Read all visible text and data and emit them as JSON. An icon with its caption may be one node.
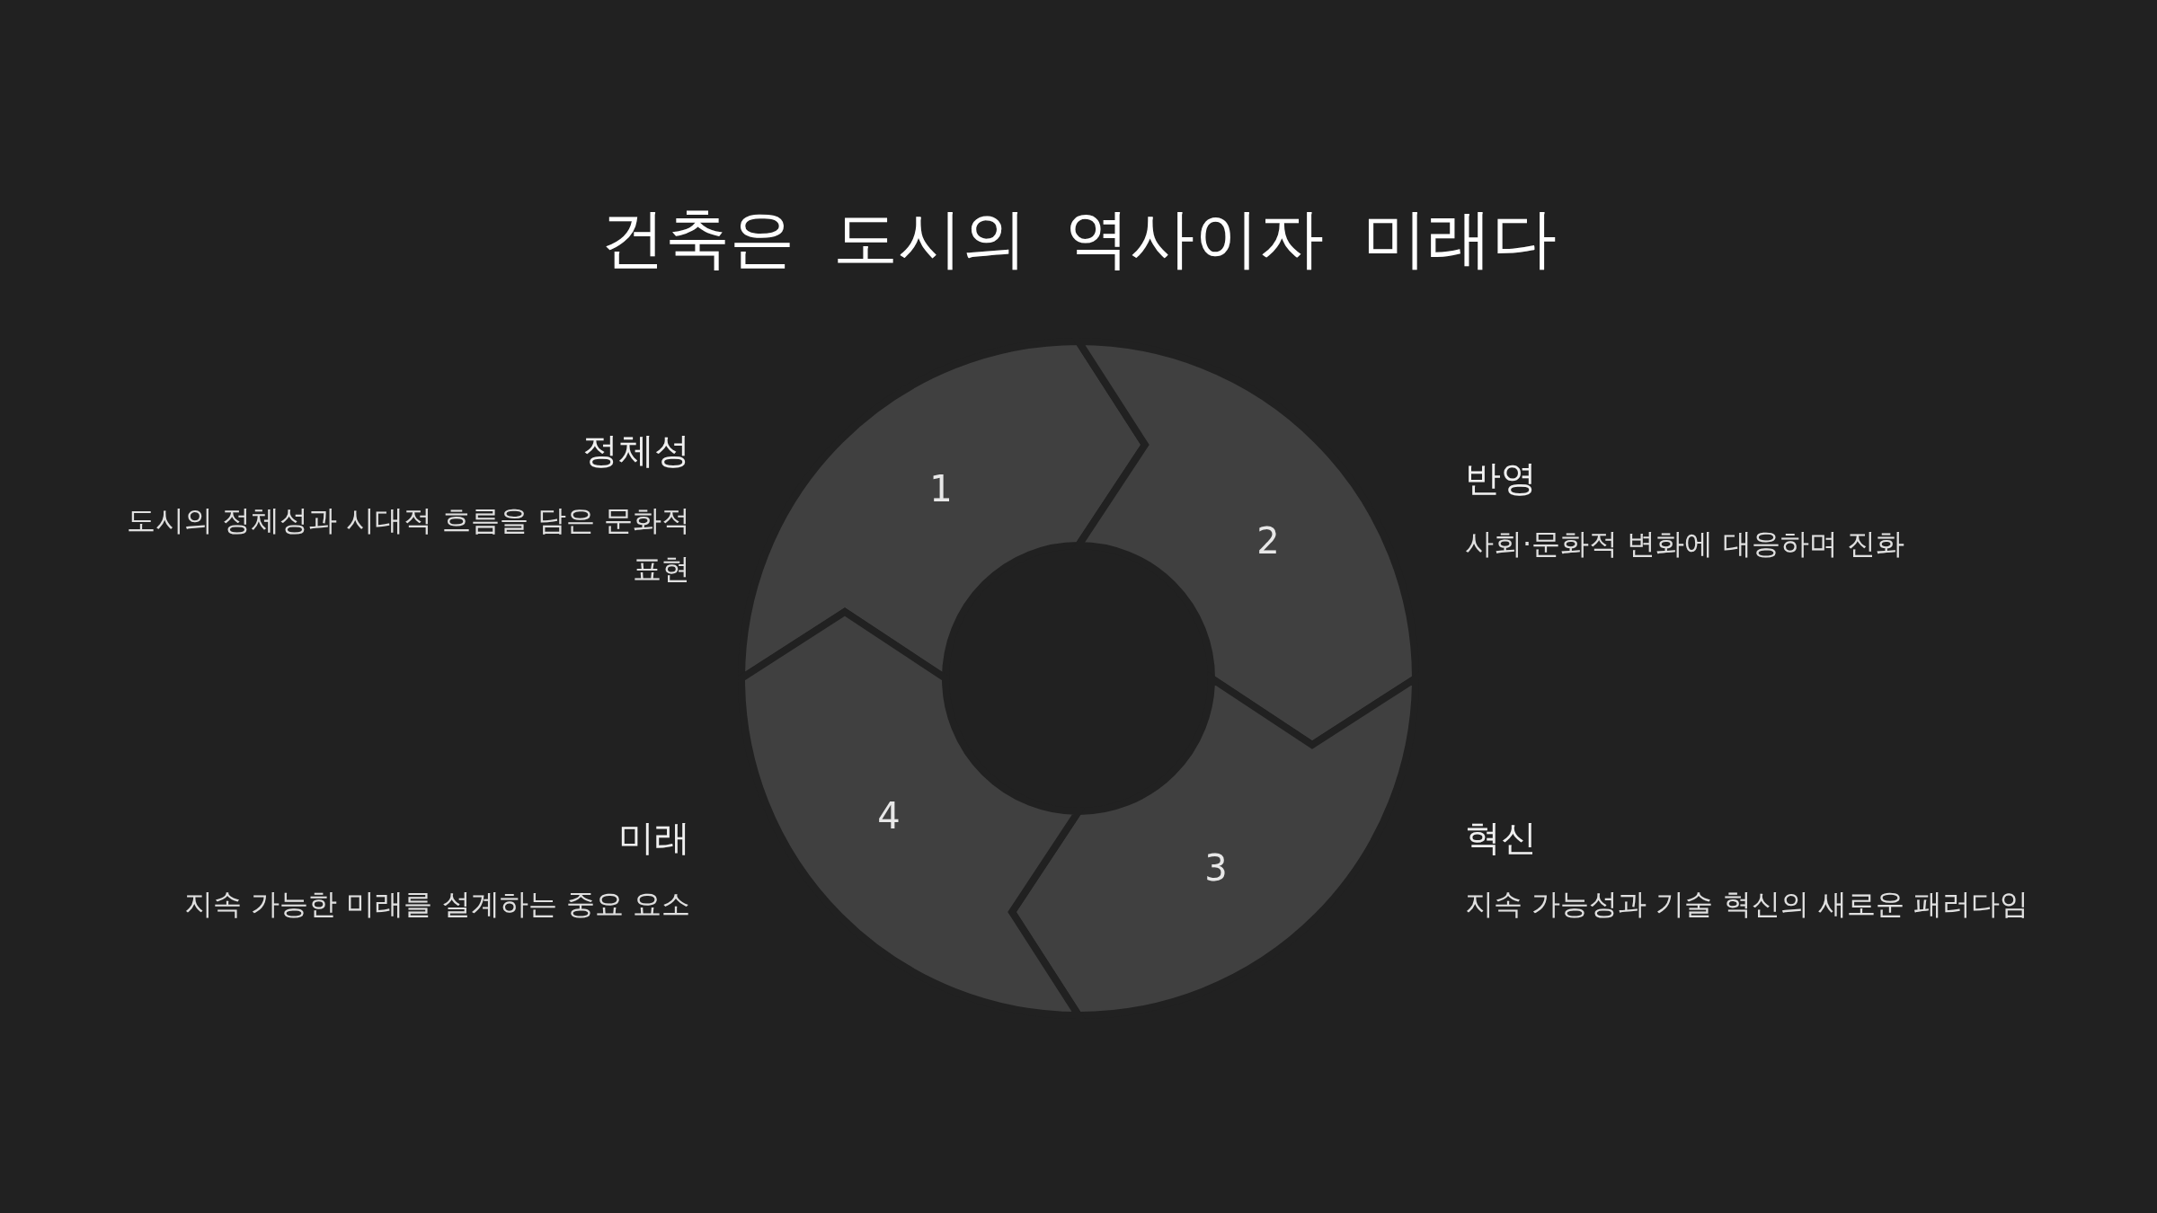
{
  "diagram": {
    "title": "건축은 도시의 역사이자 미래다",
    "nodes": [
      {
        "text": [
          "1"
        ],
        "beside": [
          "정체성",
          "도시의 정체성과 시대적 흐름을 담은 문화적 표현"
        ]
      },
      {
        "text": [
          "2"
        ],
        "beside": [
          "반영",
          "사회·문화적 변화에 대응하며 진화"
        ]
      },
      {
        "text": [
          "3"
        ],
        "beside": [
          "혁신",
          "지속 가능성과 기술 혁신의 새로운 패러다임"
        ]
      },
      {
        "text": [
          "4"
        ],
        "beside": [
          "미래",
          "지속 가능한 미래를 설계하는 중요 요소"
        ]
      }
    ]
  }
}
